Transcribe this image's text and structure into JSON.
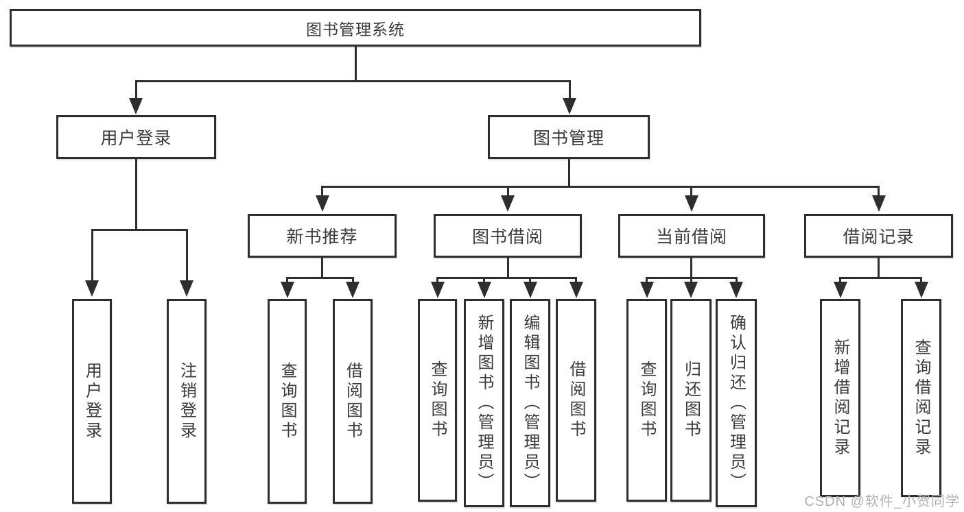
{
  "diagram": {
    "root": {
      "label": "图书管理系统"
    },
    "branches": [
      {
        "label": "用户登录",
        "children": [
          {
            "label": "用户登录"
          },
          {
            "label": "注销登录"
          }
        ]
      },
      {
        "label": "图书管理",
        "children": [
          {
            "label": "新书推荐",
            "children": [
              {
                "label": "查询图书"
              },
              {
                "label": "借阅图书"
              }
            ]
          },
          {
            "label": "图书借阅",
            "children": [
              {
                "label": "查询图书"
              },
              {
                "label": "新增图书（管理员）"
              },
              {
                "label": "编辑图书（管理员）"
              },
              {
                "label": "借阅图书"
              }
            ]
          },
          {
            "label": "当前借阅",
            "children": [
              {
                "label": "查询图书"
              },
              {
                "label": "归还图书"
              },
              {
                "label": "确认归还（管理员）"
              }
            ]
          },
          {
            "label": "借阅记录",
            "children": [
              {
                "label": "新增借阅记录"
              },
              {
                "label": "查询借阅记录"
              }
            ]
          }
        ]
      }
    ]
  },
  "watermark": "CSDN @软件_小贺同学",
  "colors": {
    "line": "#2e2e2e",
    "text": "#3b3b3b",
    "watermark": "#b3b3b3"
  }
}
